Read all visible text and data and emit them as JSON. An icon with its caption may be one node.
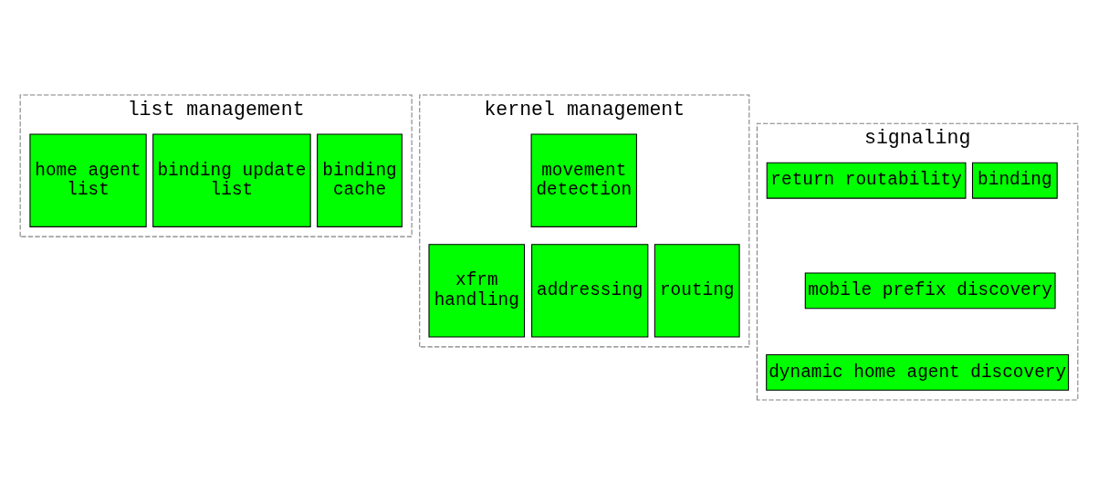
{
  "diagram": {
    "nodes": [
      {
        "text": [
          "list management"
        ]
      },
      {
        "text": [
          "binding cache"
        ],
        "in": 0
      },
      {
        "text": [
          "binding update list"
        ],
        "in": 0
      },
      {
        "text": [
          "home agent list"
        ],
        "in": 0
      },
      {
        "text": [
          "signaling"
        ]
      },
      {
        "text": [
          "binding"
        ],
        "in": 4
      },
      {
        "text": [
          "return routability"
        ],
        "in": 4
      },
      {
        "text": [
          "mobile prefix discovery"
        ],
        "in": 4
      },
      {
        "text": [
          "dynamic home agent discovery"
        ],
        "in": 4
      },
      {
        "text": [
          "kernel management"
        ]
      },
      {
        "text": [
          "routing"
        ],
        "in": 9
      },
      {
        "text": [
          "addressing"
        ],
        "in": 9
      },
      {
        "text": [
          "xfrm handling"
        ],
        "in": 9
      },
      {
        "text": [
          "movement detection"
        ],
        "in": 9
      }
    ]
  }
}
